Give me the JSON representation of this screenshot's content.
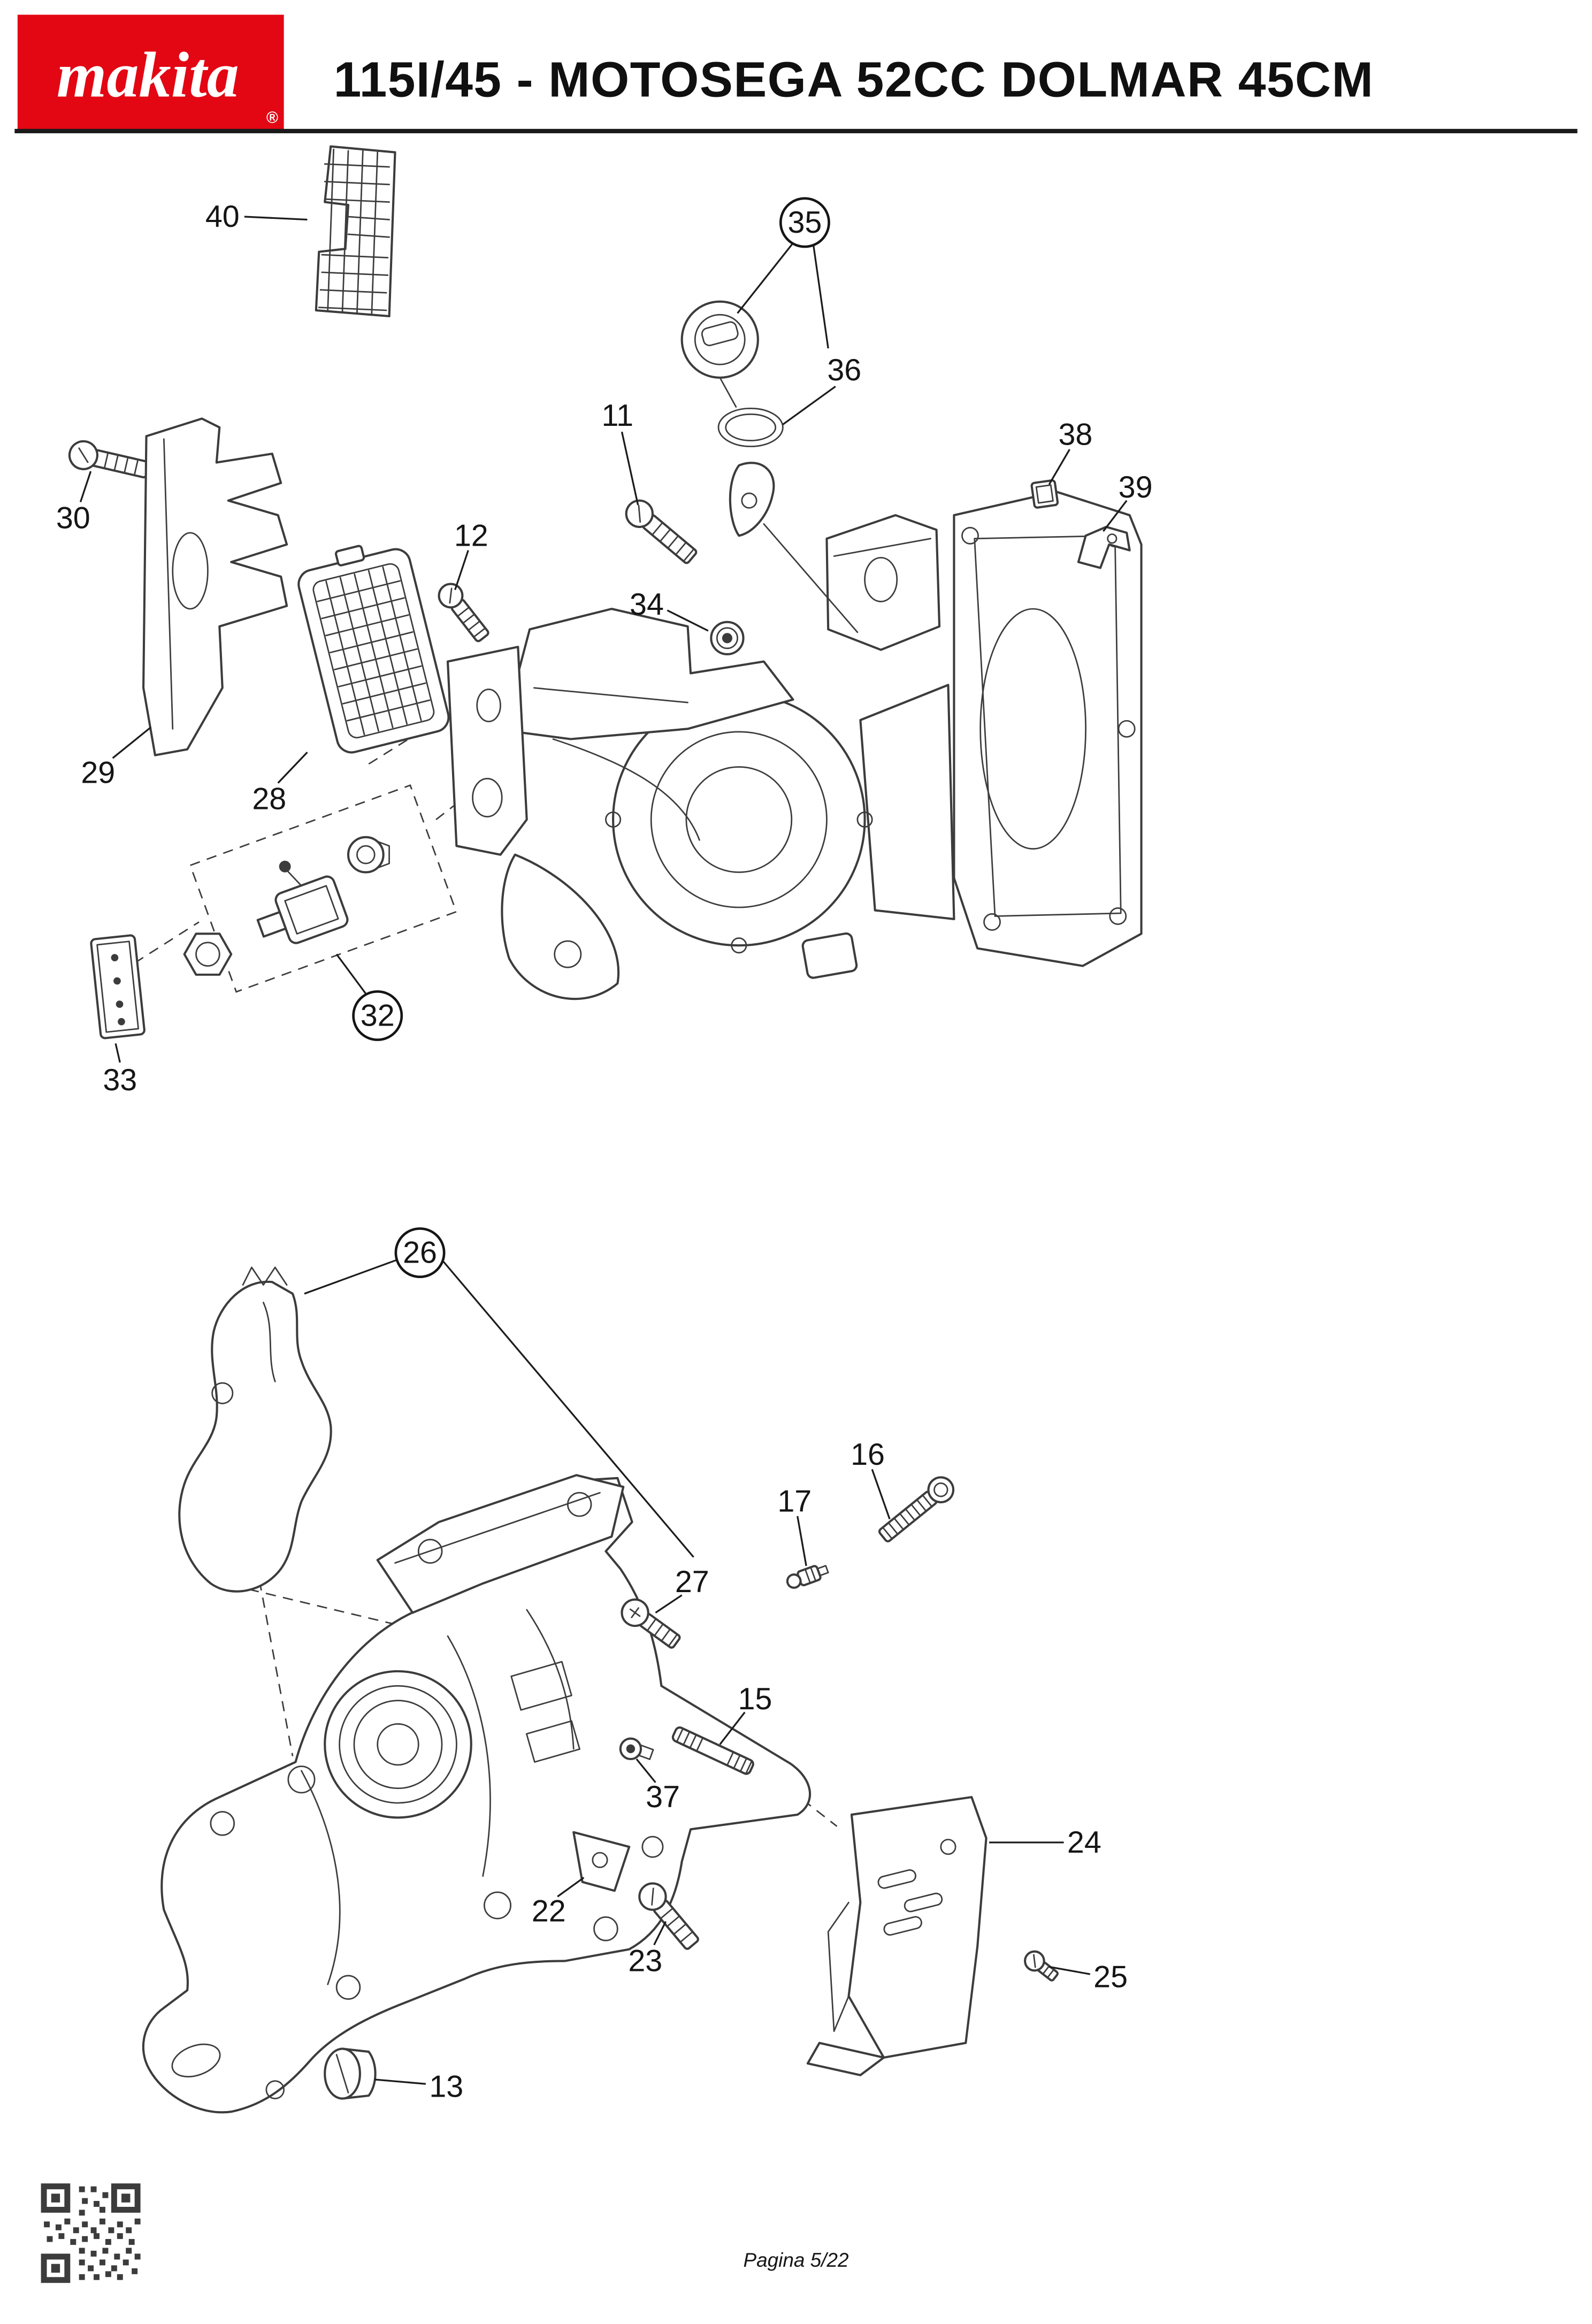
{
  "header": {
    "logo_text": "makita",
    "logo_reg": "®",
    "brand_color": "#e30613",
    "title": "115I/45 - MOTOSEGA 52CC DOLMAR 45CM"
  },
  "diagram": {
    "callouts": [
      {
        "label": "40",
        "circled": false
      },
      {
        "label": "35",
        "circled": true
      },
      {
        "label": "36",
        "circled": false
      },
      {
        "label": "11",
        "circled": false
      },
      {
        "label": "38",
        "circled": false
      },
      {
        "label": "39",
        "circled": false
      },
      {
        "label": "30",
        "circled": false
      },
      {
        "label": "12",
        "circled": false
      },
      {
        "label": "34",
        "circled": false
      },
      {
        "label": "29",
        "circled": false
      },
      {
        "label": "28",
        "circled": false
      },
      {
        "label": "32",
        "circled": true
      },
      {
        "label": "33",
        "circled": false
      },
      {
        "label": "26",
        "circled": true
      },
      {
        "label": "16",
        "circled": false
      },
      {
        "label": "17",
        "circled": false
      },
      {
        "label": "27",
        "circled": false
      },
      {
        "label": "15",
        "circled": false
      },
      {
        "label": "37",
        "circled": false
      },
      {
        "label": "24",
        "circled": false
      },
      {
        "label": "22",
        "circled": false
      },
      {
        "label": "23",
        "circled": false
      },
      {
        "label": "25",
        "circled": false
      },
      {
        "label": "13",
        "circled": false
      }
    ]
  },
  "icons": {
    "qr_code": "qr-code-icon"
  },
  "footer": {
    "page_label": "Pagina 5/22"
  }
}
